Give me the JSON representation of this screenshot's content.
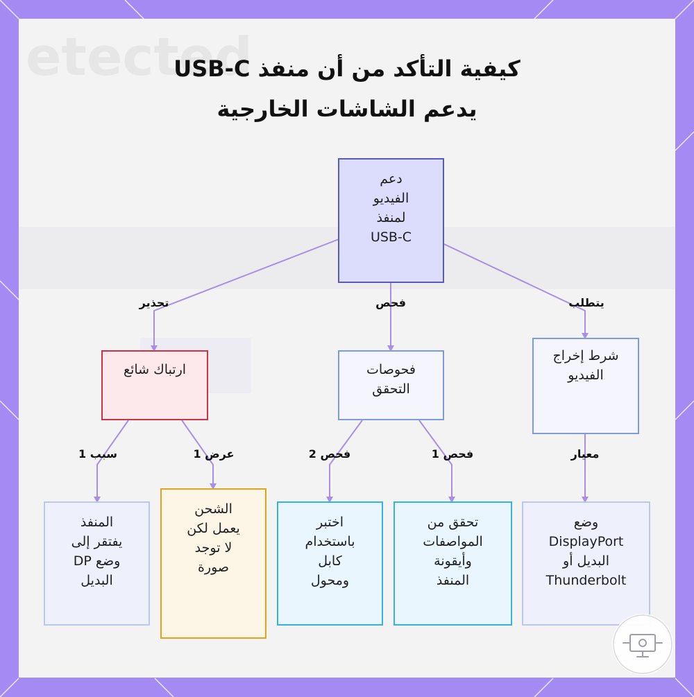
{
  "title": {
    "line1": "كيفية التأكد من أن منفذ USB-C",
    "line2": "يدعم الشاشات الخارجية"
  },
  "background_text": "etected",
  "colors": {
    "frame": "#a48bf4",
    "panel": "#f3f3f4",
    "edge": "#a88ee6",
    "root_fill": "#dcdcfc",
    "root_border": "#5b5bb6",
    "blue_fill": "#f5f6fd",
    "blue_border": "#7c9be0",
    "red_fill": "#fde8ec",
    "red_border": "#cc3344",
    "cyan_fill": "#eaf6fd",
    "cyan_border": "#33b3dd",
    "orange_fill": "#fdf6e6",
    "orange_border": "#e6a11f",
    "leaf_fill": "#eef0fc",
    "leaf_border": "#bdc6ee"
  },
  "nodes": {
    "root": {
      "lines": [
        "دعم",
        "الفيديو",
        "لمنفذ",
        "USB-C"
      ]
    },
    "warning": {
      "lines": [
        "ارتباك شائع"
      ]
    },
    "checks": {
      "lines": [
        "فحوصات",
        "التحقق"
      ]
    },
    "requirement": {
      "lines": [
        "شرط إخراج",
        "الفيديو"
      ]
    },
    "reason": {
      "lines": [
        "المنفذ",
        "يفتقر إلى",
        "وضع DP",
        "البديل"
      ]
    },
    "symptom": {
      "lines": [
        "الشحن",
        "يعمل لكن",
        "لا توجد",
        "صورة"
      ]
    },
    "test_cable": {
      "lines": [
        "اختبر",
        "باستخدام",
        "كابل",
        "ومحول"
      ]
    },
    "specs": {
      "lines": [
        "تحقق من",
        "المواصفات",
        "وأيقونة",
        "المنفذ"
      ]
    },
    "standard": {
      "lines": [
        "وضع",
        "DisplayPort",
        "البديل أو",
        "Thunderbolt"
      ]
    }
  },
  "edge_labels": {
    "warn": "تحذير",
    "check": "فحص",
    "requires": "يتطلب",
    "reason1": "سبب 1",
    "show1": "عرض 1",
    "check2": "فحص 2",
    "check1": "فحص 1",
    "criterion": "معيار"
  },
  "icons": {
    "logo": "monitor-connect-icon"
  }
}
